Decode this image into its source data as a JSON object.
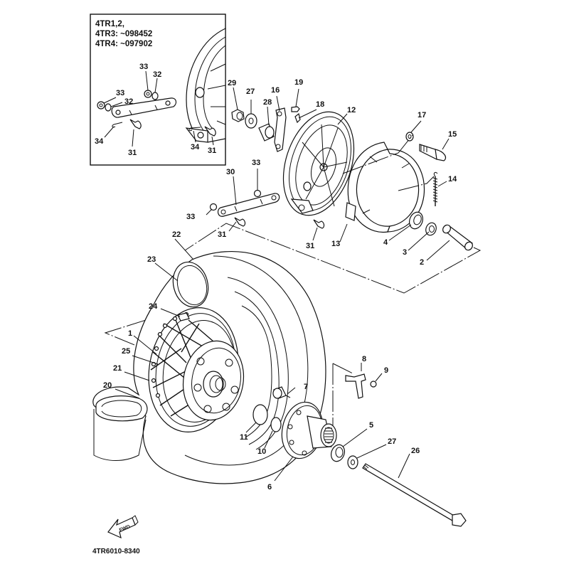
{
  "diagram": {
    "title_code": "4TR6010-8340",
    "fwd_label": "FWD",
    "inset": {
      "lines": [
        "4TR1,2,",
        "4TR3: ~098452",
        "4TR4: ~097902"
      ],
      "callouts": [
        {
          "id": "33a",
          "label": "33"
        },
        {
          "id": "32a",
          "label": "32"
        },
        {
          "id": "33b",
          "label": "33"
        },
        {
          "id": "32b",
          "label": "32"
        },
        {
          "id": "34a",
          "label": "34"
        },
        {
          "id": "31a",
          "label": "31"
        },
        {
          "id": "34b",
          "label": "34"
        },
        {
          "id": "31b",
          "label": "31"
        }
      ]
    },
    "callouts": [
      {
        "id": "29",
        "label": "29"
      },
      {
        "id": "27a",
        "label": "27"
      },
      {
        "id": "28",
        "label": "28"
      },
      {
        "id": "16",
        "label": "16"
      },
      {
        "id": "19",
        "label": "19"
      },
      {
        "id": "18",
        "label": "18"
      },
      {
        "id": "12",
        "label": "12"
      },
      {
        "id": "17",
        "label": "17"
      },
      {
        "id": "15",
        "label": "15"
      },
      {
        "id": "14",
        "label": "14"
      },
      {
        "id": "30",
        "label": "30"
      },
      {
        "id": "33c",
        "label": "33"
      },
      {
        "id": "33d",
        "label": "33"
      },
      {
        "id": "31c",
        "label": "31"
      },
      {
        "id": "31d",
        "label": "31"
      },
      {
        "id": "13",
        "label": "13"
      },
      {
        "id": "4",
        "label": "4"
      },
      {
        "id": "3",
        "label": "3"
      },
      {
        "id": "2",
        "label": "2"
      },
      {
        "id": "22",
        "label": "22"
      },
      {
        "id": "23",
        "label": "23"
      },
      {
        "id": "24",
        "label": "24"
      },
      {
        "id": "1",
        "label": "1"
      },
      {
        "id": "25",
        "label": "25"
      },
      {
        "id": "21",
        "label": "21"
      },
      {
        "id": "20",
        "label": "20"
      },
      {
        "id": "7",
        "label": "7"
      },
      {
        "id": "8",
        "label": "8"
      },
      {
        "id": "9",
        "label": "9"
      },
      {
        "id": "11",
        "label": "11"
      },
      {
        "id": "10",
        "label": "10"
      },
      {
        "id": "5",
        "label": "5"
      },
      {
        "id": "27b",
        "label": "27"
      },
      {
        "id": "26",
        "label": "26"
      },
      {
        "id": "6",
        "label": "6"
      }
    ]
  }
}
